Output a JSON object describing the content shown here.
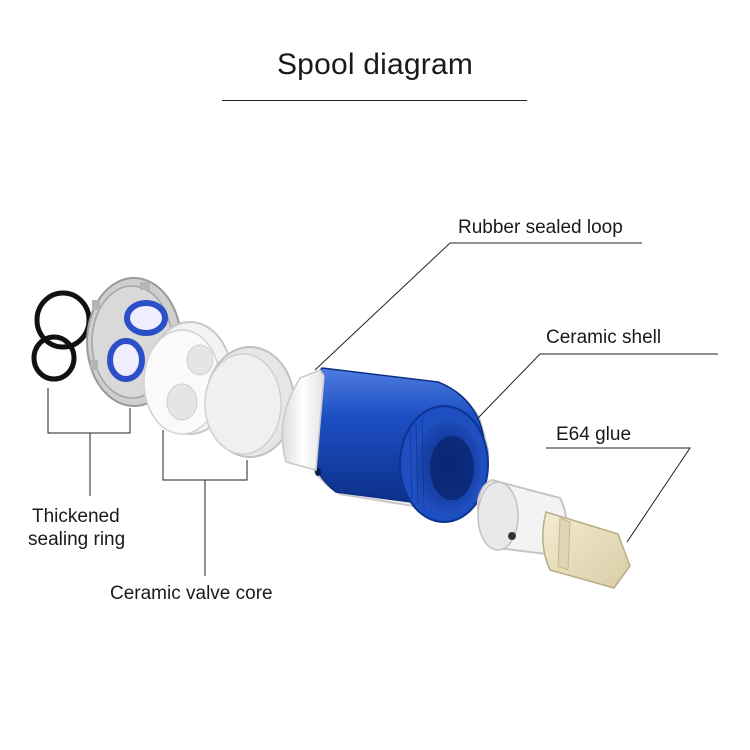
{
  "title": "Spool diagram",
  "labels": {
    "rubber_sealed_loop": "Rubber sealed loop",
    "ceramic_shell": "Ceramic shell",
    "e64_glue": "E64 glue",
    "thickened_sealing_ring_line1": "Thickened",
    "thickened_sealing_ring_line2": "sealing ring",
    "ceramic_valve_core": "Ceramic valve core"
  },
  "colors": {
    "cartridge_blue": "#1746b8",
    "white_plastic": "#f2f2f2",
    "grey_part": "#c9c9c9",
    "glue_yellow": "#ece3c4",
    "gasket_black": "#111111"
  }
}
